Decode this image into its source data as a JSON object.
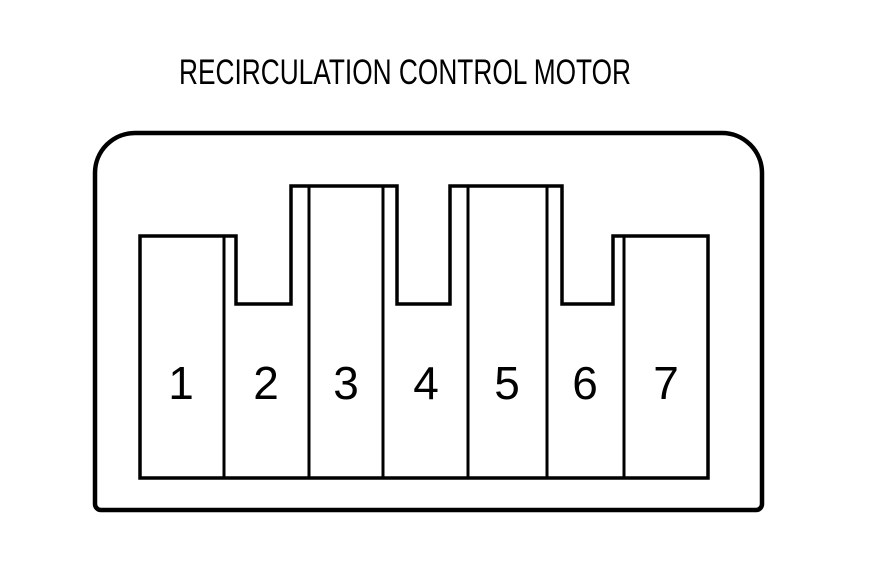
{
  "title": {
    "text": "RECIRCULATION CONTROL MOTOR"
  },
  "connector": {
    "description": "7-pin connector face view",
    "pin_labels": [
      "1",
      "2",
      "3",
      "4",
      "5",
      "6",
      "7"
    ],
    "pin_count": 7,
    "colors": {
      "line": "#000000",
      "background": "#ffffff"
    }
  }
}
